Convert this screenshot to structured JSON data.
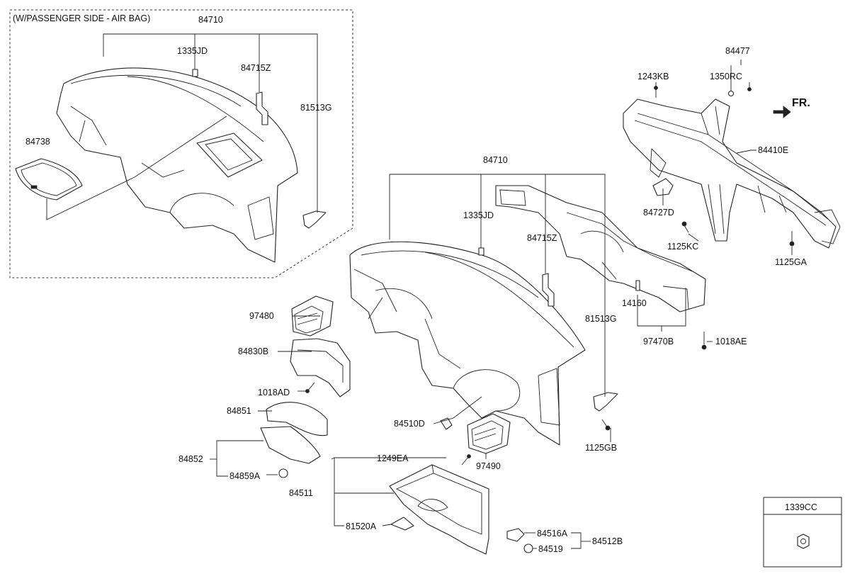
{
  "inset": {
    "title": "(W/PASSENGER SIDE - AIR BAG)"
  },
  "orientation": {
    "label": "FR."
  },
  "legend_box": {
    "code": "1339CC"
  },
  "labels": {
    "inset_84710": "84710",
    "inset_1335JD": "1335JD",
    "inset_84715Z": "84715Z",
    "inset_81513G": "81513G",
    "inset_84738": "84738",
    "main_84710": "84710",
    "main_1335JD": "1335JD",
    "main_84715Z": "84715Z",
    "main_81513G": "81513G",
    "p_97480": "97480",
    "p_84830B": "84830B",
    "p_1018AD": "1018AD",
    "p_84851": "84851",
    "p_84852": "84852",
    "p_84859A": "84859A",
    "p_84510D": "84510D",
    "p_97490": "97490",
    "p_1125GB": "1125GB",
    "p_1249EA": "1249EA",
    "p_84511": "84511",
    "p_81520A": "81520A",
    "p_84516A": "84516A",
    "p_84519": "84519",
    "p_84512B": "84512B",
    "p_14160": "14160",
    "p_97470B": "97470B",
    "p_1018AE": "1018AE",
    "p_84477": "84477",
    "p_1243KB": "1243KB",
    "p_1350RC": "1350RC",
    "p_84410E": "84410E",
    "p_84727D": "84727D",
    "p_1125KC": "1125KC",
    "p_1125GA": "1125GA"
  }
}
